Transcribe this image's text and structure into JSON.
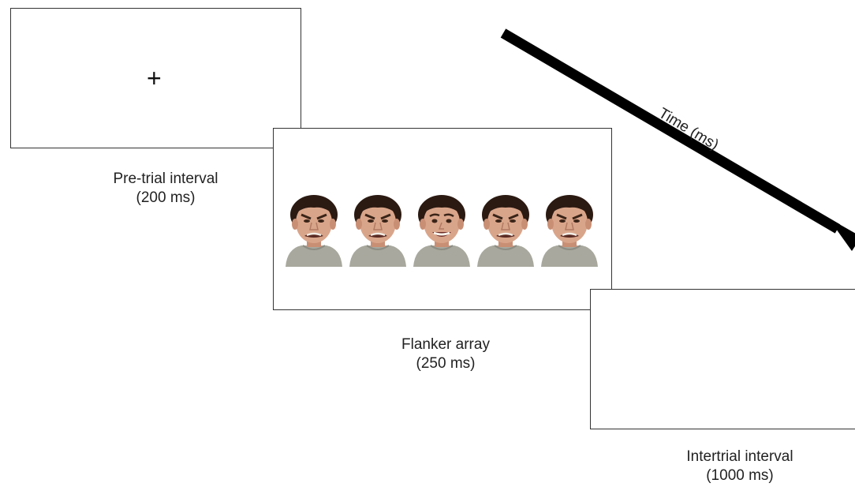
{
  "frames": {
    "pre_trial": {
      "symbol": "+",
      "label": "Pre-trial interval",
      "duration": "(200 ms)"
    },
    "flanker": {
      "label": "Flanker array",
      "duration": "(250 ms)",
      "faces": [
        "angry",
        "angry",
        "happy",
        "angry",
        "angry"
      ]
    },
    "intertrial": {
      "label": "Intertrial interval",
      "duration": "(1000 ms)"
    }
  },
  "time_arrow": {
    "label": "Time (ms)"
  },
  "colors": {
    "arrow": "#000000",
    "frame_border": "#333333",
    "hair": "#2b1a12",
    "skin": "#d9a58a",
    "shirt": "#a8a89e"
  }
}
